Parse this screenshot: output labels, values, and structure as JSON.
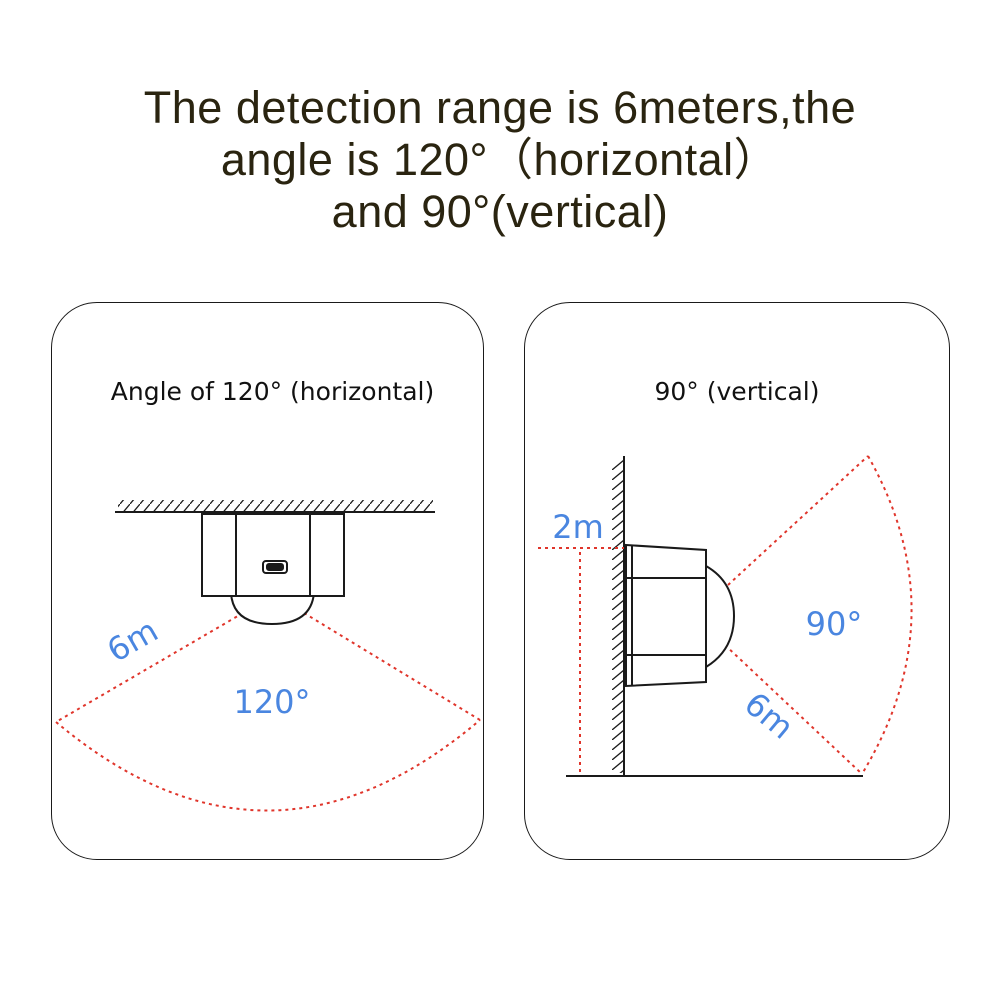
{
  "headline": {
    "line1": "The detection range is 6meters,the",
    "line2": "angle is 120°（horizontal）",
    "line3": "and 90°(vertical)"
  },
  "left_panel": {
    "title": "Angle of 120° (horizontal)",
    "range_label": "6m",
    "angle_label": "120°"
  },
  "right_panel": {
    "title": "90° (vertical)",
    "height_label": "2m",
    "angle_label": "90°",
    "range_label": "6m"
  },
  "colors": {
    "accent_blue": "#4a86e0",
    "dashed_red": "#e0352b",
    "line": "#1a1a1a"
  }
}
